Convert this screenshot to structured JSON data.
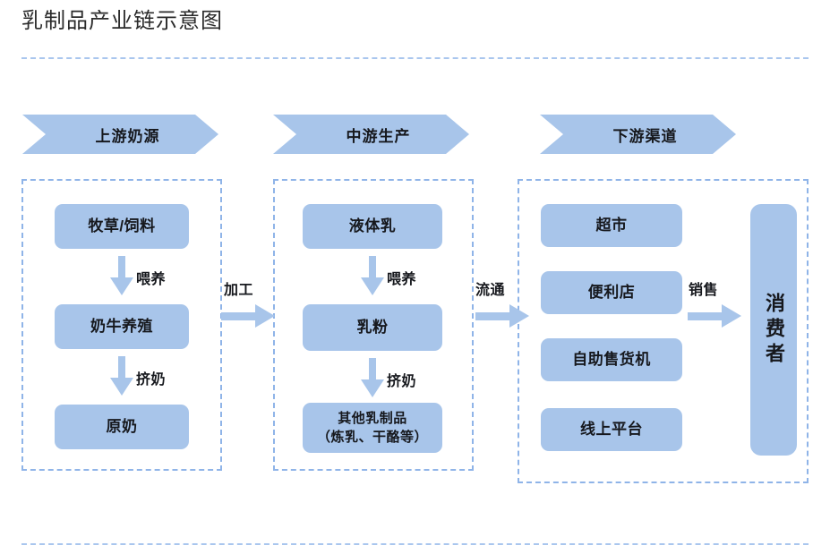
{
  "title": "乳制品产业链示意图",
  "stages": [
    {
      "id": "upstream",
      "banner": "上游奶源"
    },
    {
      "id": "midstream",
      "banner": "中游生产"
    },
    {
      "id": "downstream",
      "banner": "下游渠道"
    }
  ],
  "upstream": {
    "nodes": [
      {
        "label": "牧草/饲料"
      },
      {
        "label": "奶牛养殖"
      },
      {
        "label": "原奶"
      }
    ],
    "edges": [
      {
        "label": "喂养"
      },
      {
        "label": "挤奶"
      }
    ]
  },
  "midstream": {
    "nodes": [
      {
        "label": "液体乳"
      },
      {
        "label": "乳粉"
      },
      {
        "label_line1": "其他乳制品",
        "label_line2": "（炼乳、干酪等）"
      }
    ],
    "edges": [
      {
        "label": "喂养"
      },
      {
        "label": "挤奶"
      }
    ]
  },
  "downstream": {
    "channels": [
      {
        "label": "超市"
      },
      {
        "label": "便利店"
      },
      {
        "label": "自助售货机"
      },
      {
        "label": "线上平台"
      }
    ],
    "consumer": {
      "label": "消费者"
    },
    "edges": [
      {
        "label": "销售"
      }
    ]
  },
  "connectors": [
    {
      "id": "processing",
      "label": "加工"
    },
    {
      "id": "distribution",
      "label": "流通"
    }
  ],
  "colors": {
    "node_fill": "#a8c5ea",
    "group_border": "#8fb4e8",
    "rule": "#a9c6ee",
    "text": "#16181d"
  }
}
